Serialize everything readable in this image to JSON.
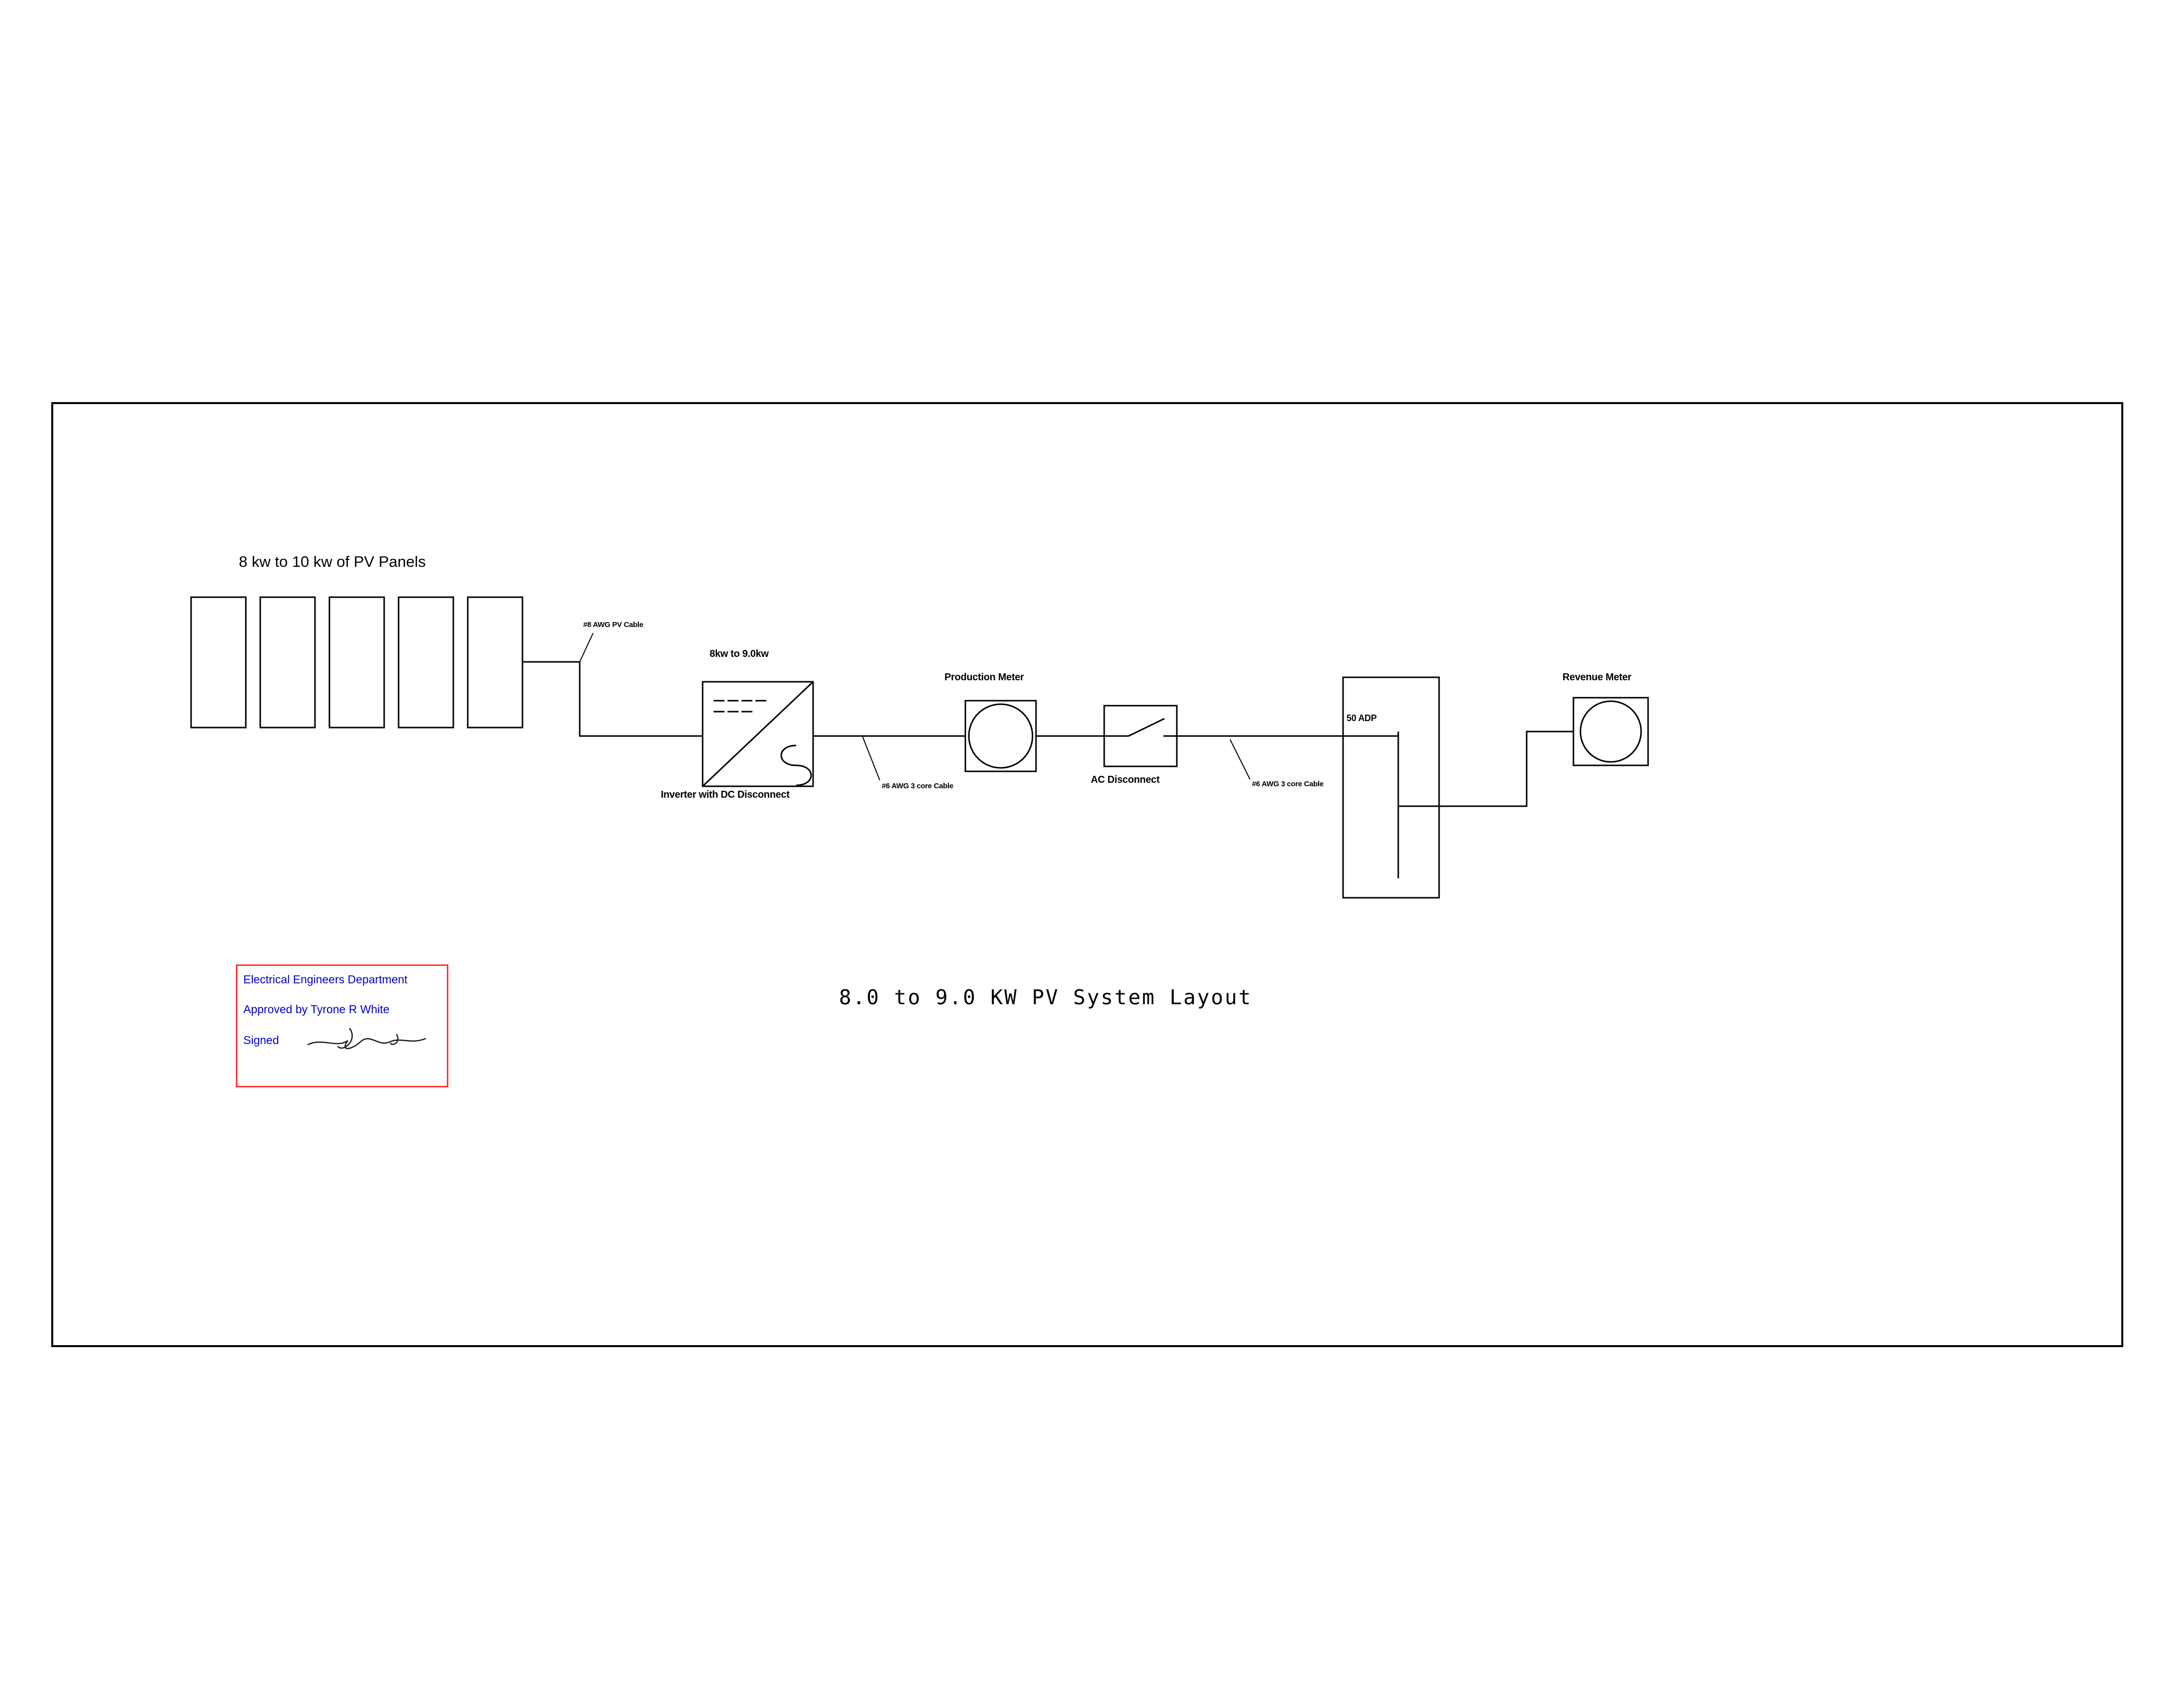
{
  "diagram": {
    "title": "8.0 to 9.0 KW PV System Layout",
    "pv_array": {
      "label": "8 kw to 10 kw of PV Panels",
      "panel_count": 5
    },
    "components": {
      "pv_cable": "#8 AWG PV Cable",
      "inverter_rating": "8kw to 9.0kw",
      "inverter": "Inverter with DC Disconnect",
      "production_meter": "Production Meter",
      "ac_cable": "#6 AWG 3 core Cable",
      "ac_disconnect": "AC Disconnect",
      "breaker": "50 ADP",
      "revenue_meter": "Revenue Meter"
    },
    "approval": {
      "department": "Electrical Engineers Department",
      "approved_by": "Approved by Tyrone R White",
      "signed": "Signed"
    },
    "colors": {
      "line": "#000000",
      "approval_border": "#ff3333",
      "approval_text": "#0000cc"
    }
  }
}
